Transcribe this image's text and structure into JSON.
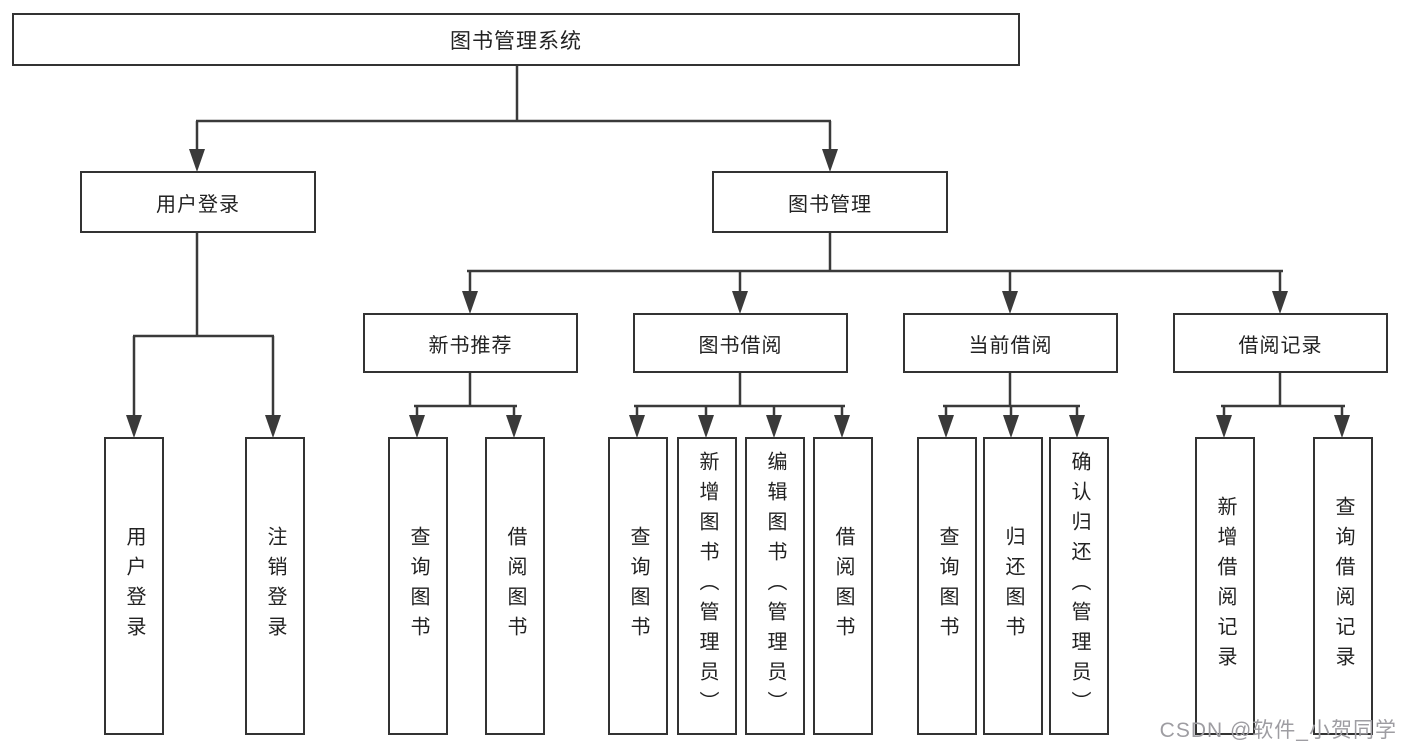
{
  "diagram": {
    "root": {
      "label": "图书管理系统"
    },
    "level2": [
      {
        "label": "用户登录"
      },
      {
        "label": "图书管理"
      }
    ],
    "level3": [
      {
        "label": "新书推荐"
      },
      {
        "label": "图书借阅"
      },
      {
        "label": "当前借阅"
      },
      {
        "label": "借阅记录"
      }
    ],
    "leaves": [
      {
        "label": "用户登录"
      },
      {
        "label": "注销登录"
      },
      {
        "label": "查询图书"
      },
      {
        "label": "借阅图书"
      },
      {
        "label": "查询图书"
      },
      {
        "label": "新增图书（管理员）"
      },
      {
        "label": "编辑图书（管理员）"
      },
      {
        "label": "借阅图书"
      },
      {
        "label": "查询图书"
      },
      {
        "label": "归还图书"
      },
      {
        "label": "确认归还（管理员）"
      },
      {
        "label": "新增借阅记录"
      },
      {
        "label": "查询借阅记录"
      }
    ],
    "colors": {
      "line": "#3a3a3a",
      "box_border": "#333333",
      "text": "#222222"
    }
  },
  "watermark": {
    "text": "CSDN @软件_小贺同学",
    "color": "#9e9da2"
  }
}
